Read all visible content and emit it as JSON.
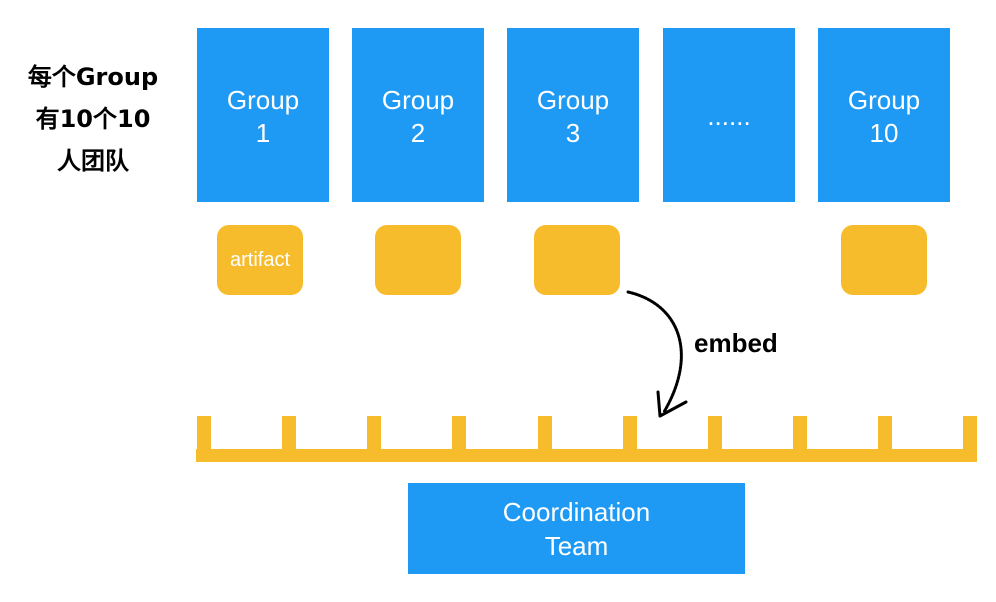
{
  "side_label": {
    "line1": "每个Group",
    "line2": "有10个10",
    "line3": "人团队"
  },
  "groups": [
    {
      "line1": "Group",
      "line2": "1"
    },
    {
      "line1": "Group",
      "line2": "2"
    },
    {
      "line1": "Group",
      "line2": "3"
    },
    {
      "line1": "......",
      "line2": ""
    },
    {
      "line1": "Group",
      "line2": "10"
    }
  ],
  "artifacts": [
    {
      "label": "artifact"
    },
    {
      "label": ""
    },
    {
      "label": ""
    },
    {
      "label": ""
    }
  ],
  "embed_label": "embed",
  "coordination": {
    "line1": "Coordination",
    "line2": "Team"
  },
  "colors": {
    "group_blue": "#1e9af5",
    "artifact_yellow": "#f7bc2c",
    "text_white": "#ffffff",
    "text_black": "#000000"
  }
}
